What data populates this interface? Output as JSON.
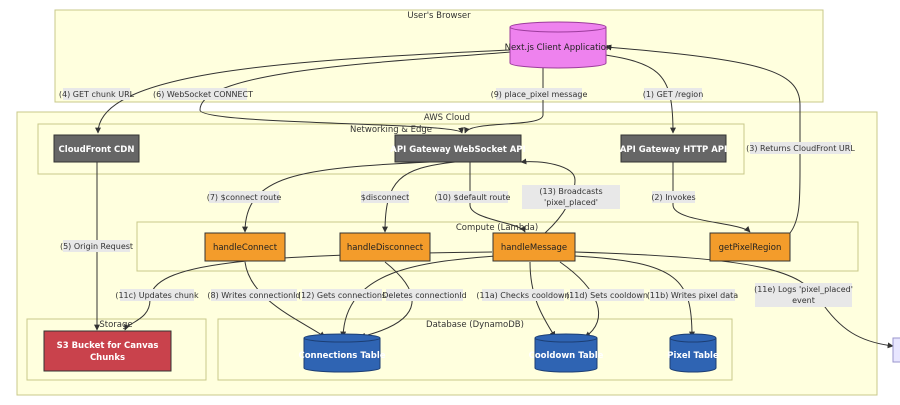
{
  "clusters": {
    "browser": "User's Browser",
    "aws": "AWS Cloud",
    "networking": "Networking & Edge",
    "compute": "Compute (Lambda)",
    "storage": "Storage",
    "database": "Database (DynamoDB)"
  },
  "nodes": {
    "client": "Next.js Client Application",
    "cdn": "CloudFront CDN",
    "ws_api": "API Gateway WebSocket API",
    "http_api": "API Gateway HTTP API",
    "handle_connect": "handleConnect",
    "handle_disconnect": "handleDisconnect",
    "handle_message": "handleMessage",
    "get_pixel_region": "getPixelRegion",
    "s3_line1": "S3 Bucket for Canvas",
    "s3_line2": "Chunks",
    "connections_table": "Connections Table",
    "cooldown_table": "Cooldown Table",
    "pixel_table": "Pixel Table"
  },
  "edges": {
    "e4": "(4) GET chunk URL",
    "e6": "(6) WebSocket CONNECT",
    "e9": "(9) place_pixel message",
    "e1": "(1) GET /region",
    "e3": "(3) Returns CloudFront URL",
    "e7": "(7) $connect route",
    "edisc": "$disconnect",
    "e10": "(10) $default route",
    "e13_line1": "(13) Broadcasts",
    "e13_line2": "'pixel_placed'",
    "e2": "(2) Invokes",
    "e5": "(5) Origin Request",
    "e11c": "(11c) Updates chunk",
    "e8": "(8) Writes connectionId",
    "e12": "(12) Gets connections",
    "edel": "Deletes connectionId",
    "e11a": "(11a) Checks cooldown",
    "e11d": "(11d) Sets cooldown",
    "e11b": "(11b) Writes pixel data",
    "e11e_line1": "(11e) Logs 'pixel_placed'",
    "e11e_line2": "event"
  },
  "colors": {
    "client_fill": "#ee82ee",
    "dark_node": "#666666",
    "lambda": "#f39c2b",
    "s3": "#c9424c",
    "dynamo": "#2f64b3"
  }
}
